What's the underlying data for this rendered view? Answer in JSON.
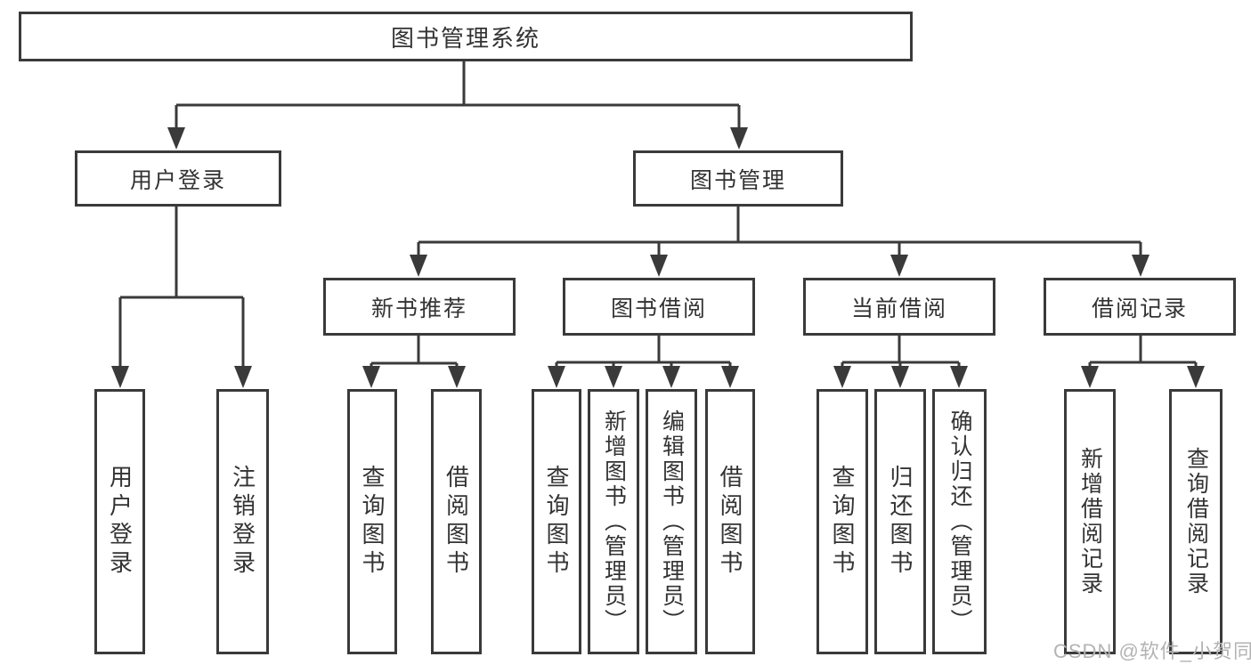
{
  "diagram": {
    "root": "图书管理系统",
    "level2": {
      "user_login": "用户登录",
      "book_mgmt": "图书管理"
    },
    "level3": {
      "new_book_rec": "新书推荐",
      "book_borrow": "图书借阅",
      "current_borrow": "当前借阅",
      "borrow_records": "借阅记录"
    },
    "leaves": {
      "user_login": "用户登录",
      "logout": "注销登录",
      "query_books_1": "查询图书",
      "borrow_books_1": "借阅图书",
      "query_books_2": "查询图书",
      "add_books": "新增图书（管理员）",
      "edit_books": "编辑图书（管理员）",
      "borrow_books_2": "借阅图书",
      "query_books_3": "查询图书",
      "return_books": "归还图书",
      "confirm_return": "确认归还（管理员）",
      "add_borrow_record": "新增借阅记录",
      "query_borrow_record": "查询借阅记录"
    }
  },
  "watermark": "CSDN @软件_小贺同学",
  "colors": {
    "line": "#3a3a3a",
    "text": "#333333",
    "watermark": "#b3b3b3",
    "background": "#ffffff"
  }
}
